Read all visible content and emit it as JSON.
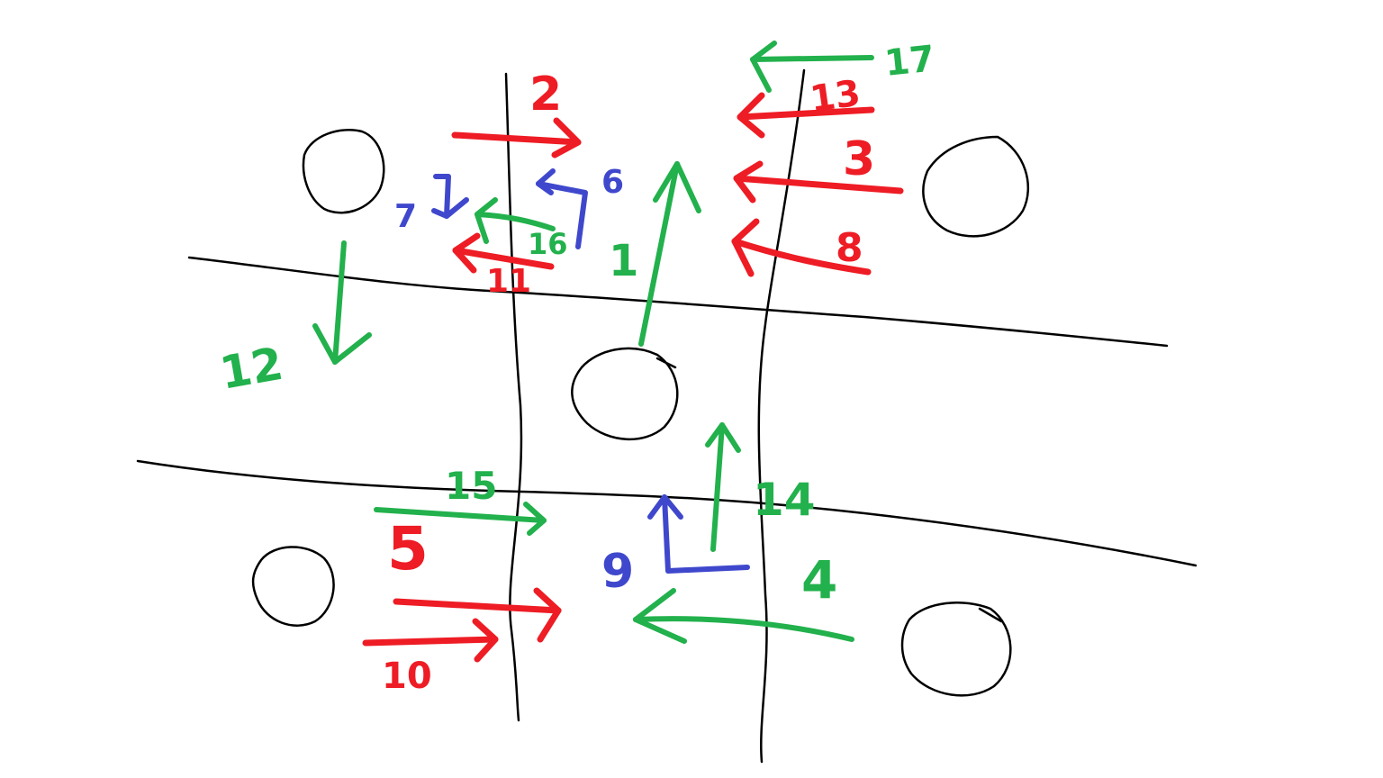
{
  "colors": {
    "red": "#ee1c24",
    "green": "#22b14c",
    "blue": "#3f48cc",
    "ink": "#000000",
    "background": "#ffffff"
  },
  "labels": {
    "arrow_1": "1",
    "arrow_2": "2",
    "arrow_3": "3",
    "arrow_4": "4",
    "arrow_5": "5",
    "arrow_6": "6",
    "arrow_7": "7",
    "arrow_8": "8",
    "arrow_9": "9",
    "arrow_10": "10",
    "arrow_11": "11",
    "arrow_12": "12",
    "arrow_13": "13",
    "arrow_14": "14",
    "arrow_15": "15",
    "arrow_16": "16",
    "arrow_17": "17"
  }
}
